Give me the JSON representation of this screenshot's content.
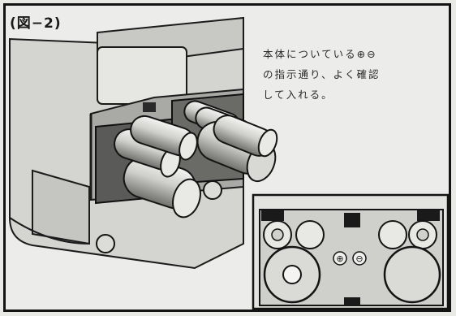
{
  "figure": {
    "label": "(図−2)",
    "caption_lines": [
      "本体についている⊕⊖",
      "の指示通り、よく確認",
      "して入れる。"
    ]
  },
  "inset": {
    "polarity_marks": [
      "⊕",
      "⊖"
    ]
  },
  "colors": {
    "ink": "#141414",
    "paper": "#ececea",
    "shade": "#8c8c8c"
  }
}
